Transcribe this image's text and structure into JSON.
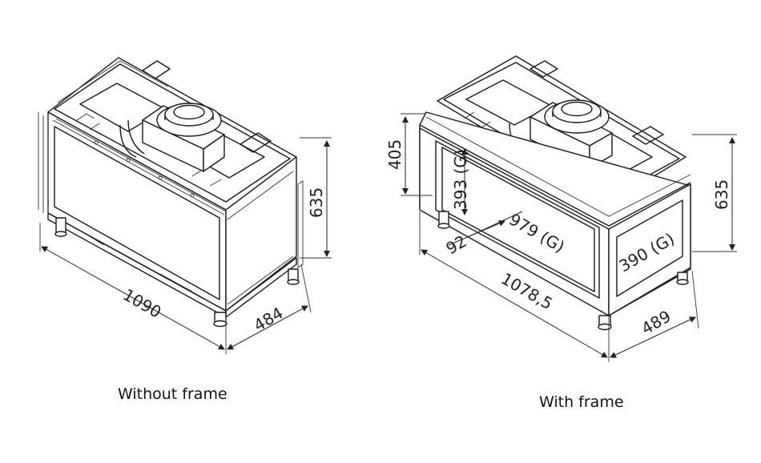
{
  "diagrams": {
    "without_frame": {
      "caption": "Without frame",
      "dimensions": {
        "length": "1090",
        "depth": "484",
        "height": "635"
      }
    },
    "with_frame": {
      "caption": "With frame",
      "dimensions": {
        "length": "1078,5",
        "depth": "489",
        "height": "635",
        "frame_height": "405",
        "glass_height": "393 (G)",
        "glass_length": "979 (G)",
        "glass_depth": "390 (G)",
        "offset": "92"
      }
    }
  },
  "colors": {
    "line": "#1a1a1a",
    "background": "#ffffff"
  }
}
